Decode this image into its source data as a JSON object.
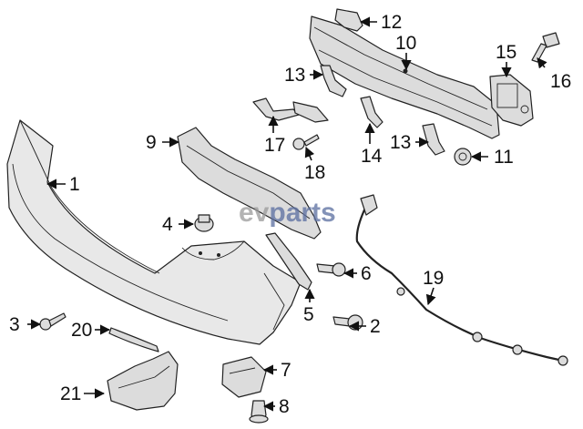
{
  "watermark": {
    "prefix": "ev",
    "brand": "parts"
  },
  "callouts": [
    {
      "id": "c1",
      "text": "1"
    },
    {
      "id": "c2",
      "text": "2"
    },
    {
      "id": "c3",
      "text": "3"
    },
    {
      "id": "c4",
      "text": "4"
    },
    {
      "id": "c5",
      "text": "5"
    },
    {
      "id": "c6",
      "text": "6"
    },
    {
      "id": "c7",
      "text": "7"
    },
    {
      "id": "c8",
      "text": "8"
    },
    {
      "id": "c9",
      "text": "9"
    },
    {
      "id": "c10",
      "text": "10"
    },
    {
      "id": "c11",
      "text": "11"
    },
    {
      "id": "c12",
      "text": "12"
    },
    {
      "id": "c13a",
      "text": "13"
    },
    {
      "id": "c13b",
      "text": "13"
    },
    {
      "id": "c14",
      "text": "14"
    },
    {
      "id": "c15",
      "text": "15"
    },
    {
      "id": "c16",
      "text": "16"
    },
    {
      "id": "c17",
      "text": "17"
    },
    {
      "id": "c18",
      "text": "18"
    },
    {
      "id": "c19",
      "text": "19"
    },
    {
      "id": "c20",
      "text": "20"
    },
    {
      "id": "c21",
      "text": "21"
    }
  ]
}
